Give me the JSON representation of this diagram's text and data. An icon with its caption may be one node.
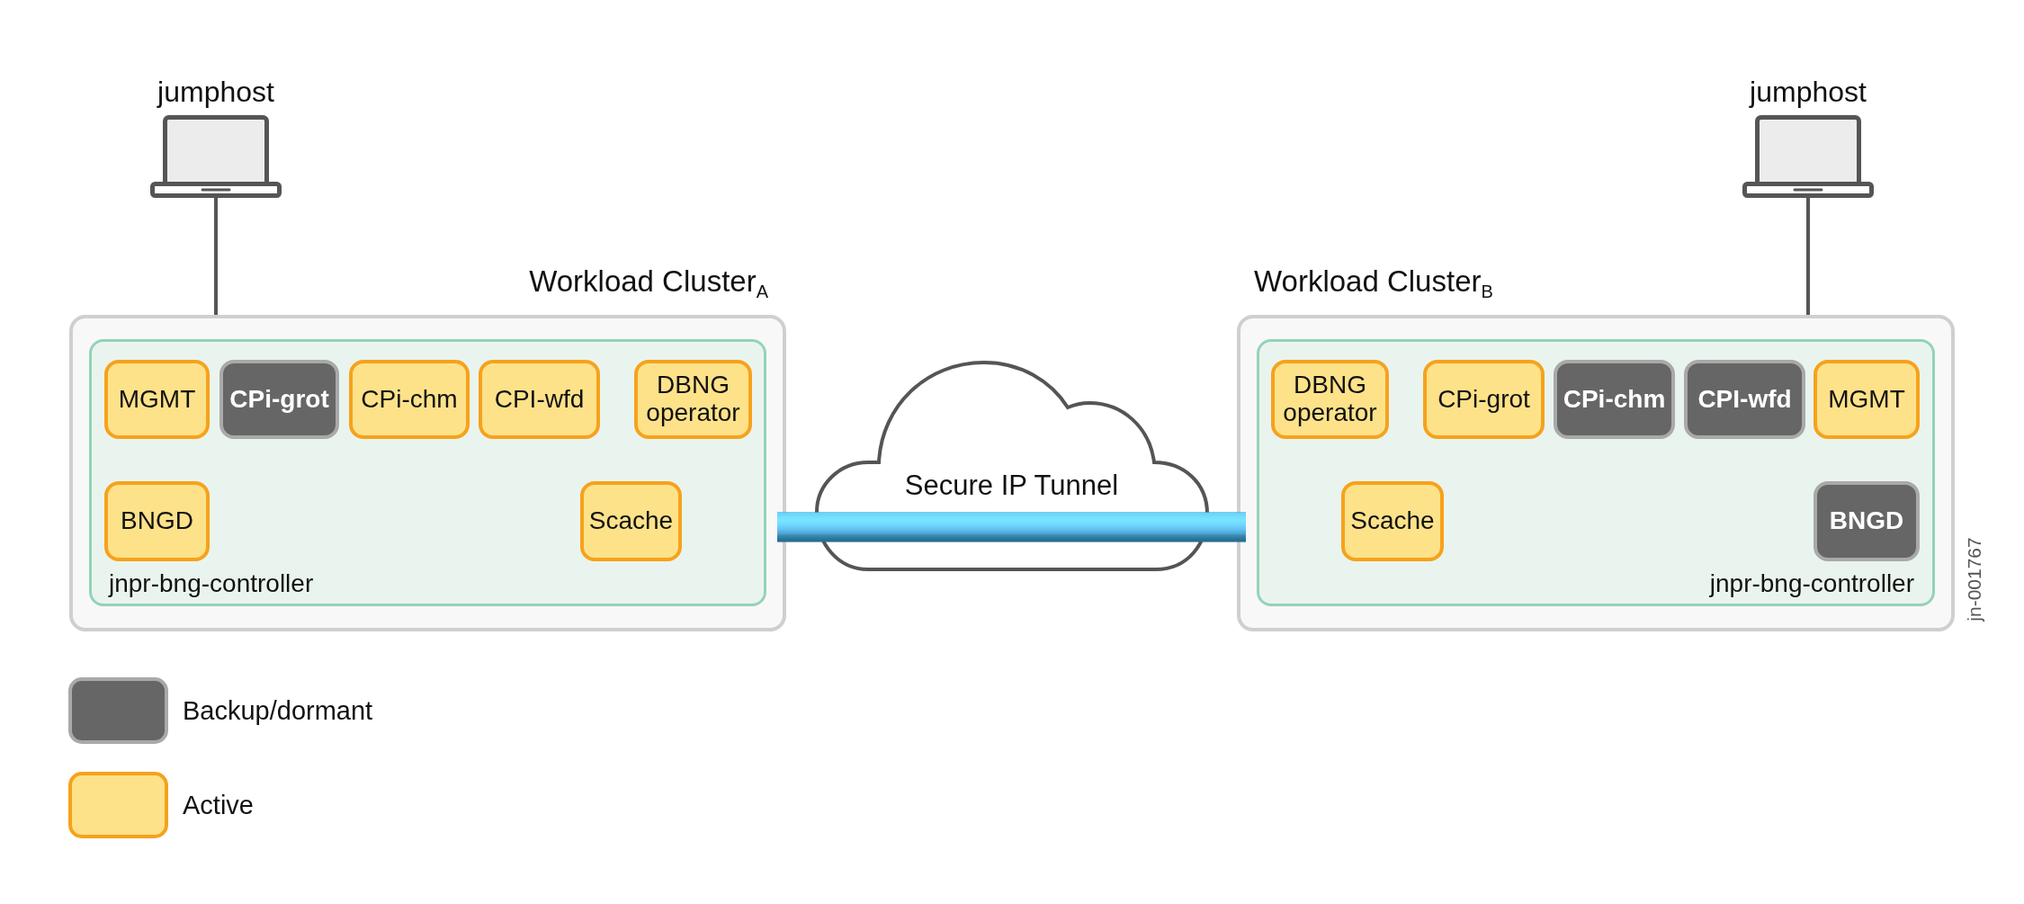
{
  "diagram": {
    "nodes": [
      {
        "text": [
          "jumphost"
        ]
      },
      {
        "text": [
          "jumphost"
        ]
      },
      {
        "text": [
          "Workload Cluster$_{A}$"
        ]
      },
      {
        "text": [
          "jnpr-bng-controller"
        ],
        "in": 2
      },
      {
        "text": [
          "MGMT"
        ],
        "in": 3
      },
      {
        "text": [
          "CPi-grot"
        ],
        "in": 3
      },
      {
        "text": [
          "CPi-chm"
        ],
        "in": 3
      },
      {
        "text": [
          "CPI-wfd"
        ],
        "in": 3
      },
      {
        "text": [
          "DBNG operator"
        ],
        "in": 3
      },
      {
        "text": [
          "BNGD"
        ],
        "in": 3
      },
      {
        "text": [
          "Scache"
        ],
        "in": 3
      },
      {
        "text": [
          "Workload Cluster$_{B}$"
        ]
      },
      {
        "text": [
          "jnpr-bng-controller"
        ],
        "in": 11
      },
      {
        "text": [
          "DBNG operator"
        ],
        "in": 12
      },
      {
        "text": [
          "CPi-grot"
        ],
        "in": 12
      },
      {
        "text": [
          "CPi-chm"
        ],
        "in": 12
      },
      {
        "text": [
          "CPI-wfd"
        ],
        "in": 12
      },
      {
        "text": [
          "MGMT"
        ],
        "in": 12
      },
      {
        "text": [
          "Scache"
        ],
        "in": 12
      },
      {
        "text": [
          "BNGD"
        ],
        "in": 12
      }
    ],
    "edges": [
      {
        "from": 0,
        "to": 2,
        "arrow": "none"
      },
      {
        "from": 1,
        "to": 11,
        "arrow": "none"
      },
      {
        "from": 2,
        "to": 11,
        "arrow": "none",
        "label": "Secure IP Tunnel",
        "style": "thick",
        "color": "#2a8fc1"
      }
    ],
    "labels": [
      "jn-001767"
    ],
    "legend": [
      {
        "text": "Backup/dormant",
        "color": "#666666"
      },
      {
        "text": "Active",
        "color": "#fde28a"
      }
    ]
  }
}
